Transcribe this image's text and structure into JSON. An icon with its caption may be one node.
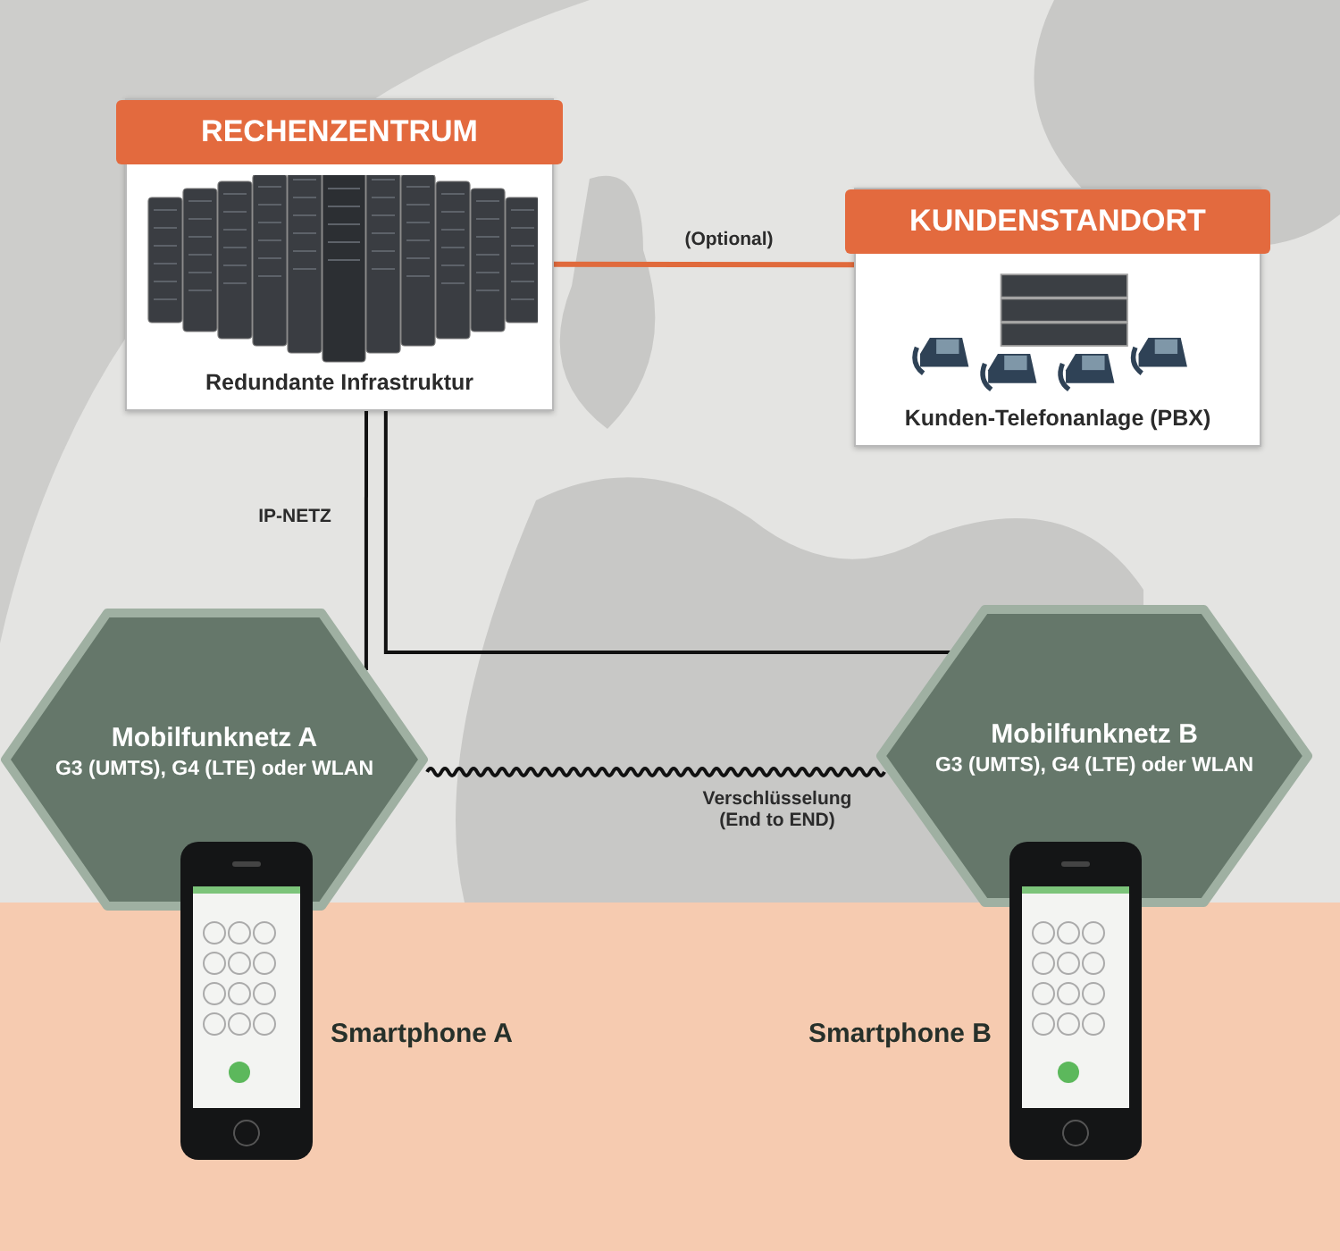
{
  "diagram": {
    "nodes": [
      {
        "text": [
          "RECHENZENTRUM",
          "Redundante Infrastruktur"
        ]
      },
      {
        "text": [
          "KUNDENSTANDORT",
          "Kunden-Telefonanlage (PBX)"
        ]
      },
      {
        "text": [
          "Mobilfunknetz A",
          "G3 (UMTS), G4 (LTE) oder WLAN"
        ]
      },
      {
        "text": [
          "Mobilfunknetz B",
          "G3 (UMTS), G4 (LTE) oder WLAN"
        ]
      },
      {
        "text": [
          "Smartphone A"
        ]
      },
      {
        "text": [
          "Smartphone B"
        ]
      }
    ],
    "edges": [
      {
        "from": 0,
        "to": 1,
        "arrow": "none",
        "label": "(Optional)",
        "color": "#e06a3c"
      },
      {
        "from": 0,
        "to": 2,
        "arrow": "none",
        "label": "IP-NETZ"
      },
      {
        "from": 0,
        "to": 3,
        "arrow": "none"
      },
      {
        "from": 2,
        "to": 3,
        "arrow": "none",
        "label": "Verschlüsselung (End to END)"
      }
    ]
  }
}
